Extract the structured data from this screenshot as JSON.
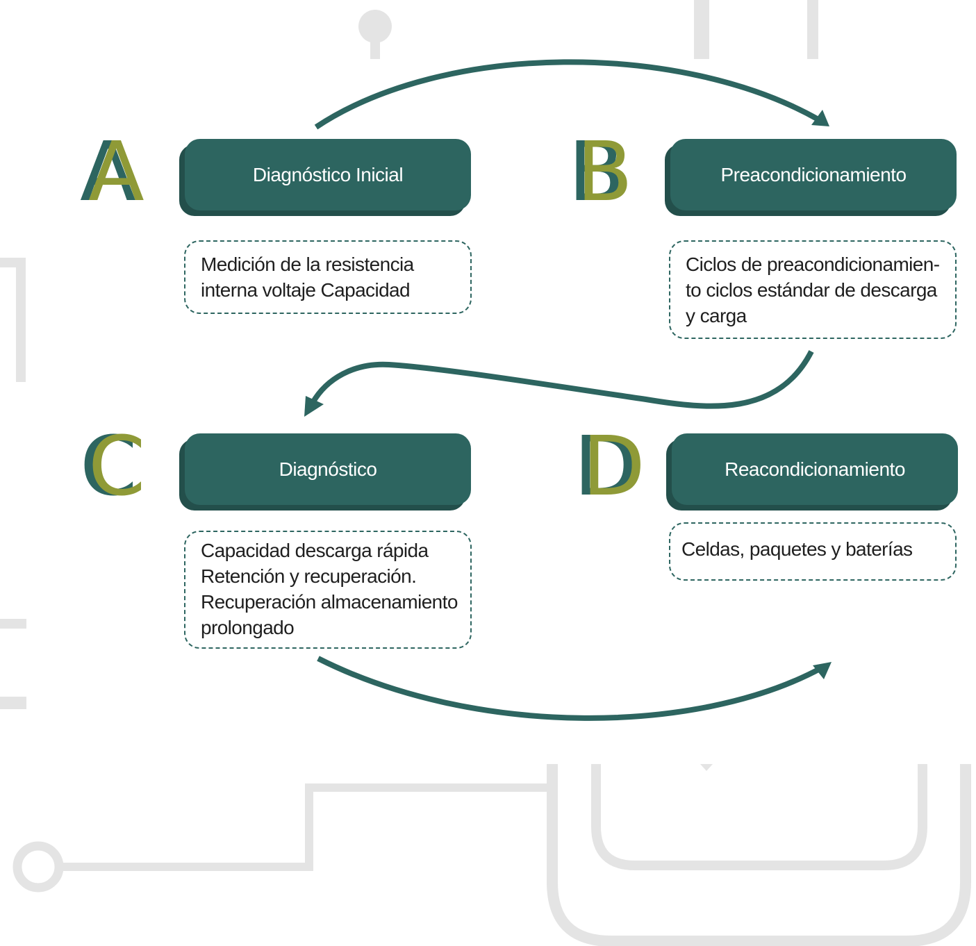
{
  "colors": {
    "primary": "#2d6560",
    "primary_shadow": "#234f4b",
    "accent": "#8f9a37",
    "decor_gray": "#e4e4e4"
  },
  "steps": [
    {
      "letter": "A",
      "title": "Diagnóstico Inicial",
      "description": [
        "Medición de la resistencia",
        "interna voltaje Capacidad"
      ]
    },
    {
      "letter": "B",
      "title": "Preacondicionamiento",
      "description": [
        "Ciclos de preacondicionamien-",
        "to ciclos estándar de descarga",
        "y carga"
      ]
    },
    {
      "letter": "C",
      "title": "Diagnóstico",
      "description": [
        "Capacidad descarga rápida",
        "Retención y recuperación.",
        "Recuperación almacenamiento",
        "prolongado"
      ]
    },
    {
      "letter": "D",
      "title": "Reacondicionamiento",
      "description": [
        "Celdas, paquetes y baterías"
      ]
    }
  ]
}
